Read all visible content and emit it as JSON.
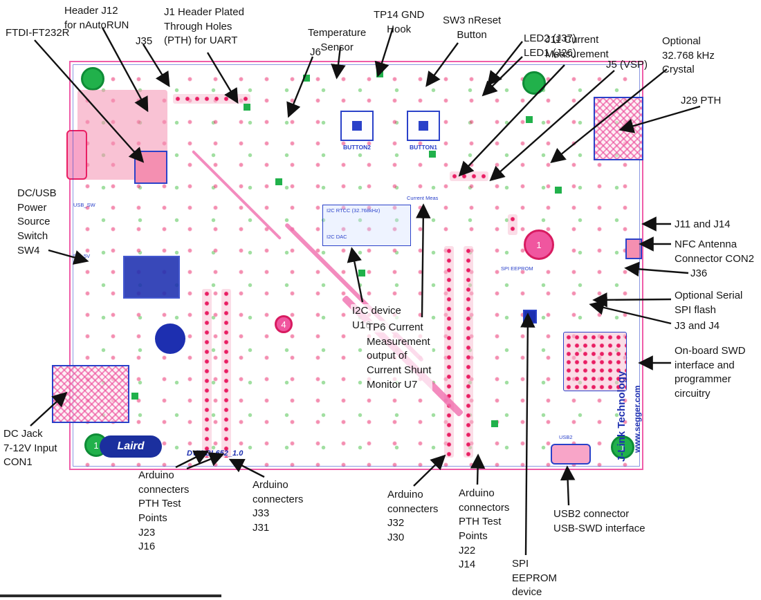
{
  "callouts": {
    "ftdi": "FTDI-FT232R",
    "j12": "Header J12\nfor nAutoRUN",
    "j35": "J35",
    "j1": "J1 Header Plated\nThrough Holes\n(PTH) for UART",
    "temp": "Temperature\nSensor",
    "j6": "J6",
    "tp14": "TP14 GND\nHook",
    "sw3": "SW3 nReset\nButton",
    "led": "LED2 (J37)\nLED1 (J26)",
    "j11meas": "J11 Current\nMeasurement",
    "j5": "J5 (VSP)",
    "xtal": "Optional\n32.768 kHz\nCrystal",
    "j29": "J29 PTH",
    "sw4": "DC/USB\nPower\nSource\nSwitch\nSW4",
    "con1": "DC Jack\n7-12V Input\nCON1",
    "j11j14": "J11 and J14",
    "nfc": "NFC Antenna\nConnector CON2",
    "j36": "J36",
    "spiflash": "Optional Serial\nSPI flash",
    "j3j4": "J3 and J4",
    "swd": "On-board SWD\ninterface and\nprogrammer\ncircuitry",
    "i2c": "I2C device\nU16",
    "tp6": "TP6 Current\nMeasurement\noutput of\nCurrent Shunt\nMonitor U7",
    "ard_j23": "Arduino\nconnecters\nPTH Test\nPoints\nJ23\nJ16",
    "ard_j33": "Arduino\nconnecters\nJ33\nJ31",
    "ard_j32": "Arduino\nconnecters\nJ32\nJ30",
    "ard_j22": "Arduino\nconnectors\nPTH Test\nPoints\nJ22\nJ14",
    "eeprom": "SPI\nEEPROM\ndevice",
    "usb2": "USB2 connector\nUSB-SWD interface"
  },
  "board": {
    "silkscreen": {
      "button1": "BUTTON1",
      "button2": "BUTTON2",
      "i2c_rtcc": "I2C RTCC (32.768kHz)",
      "i2c_dac": "I2C DAC",
      "current_meas": "Current Meas",
      "spi_eeprom": "SPI EEPROM",
      "usb_sw": "USB_SW",
      "dc_5v": "DC_5V",
      "usb2_ref": "USB2",
      "laird": "Laird",
      "board_name": "DVK-BL652_1.0",
      "jlink": "J-Link Technology",
      "segger": "www.segger.com"
    },
    "fiducials": {
      "f1": "1",
      "f4": "4",
      "f_bl": "1",
      "f_br": "1"
    },
    "colors": {
      "trace_pink": "#ec4899",
      "silk_blue": "#1d2fb0",
      "pad_green": "#21b14b"
    }
  }
}
